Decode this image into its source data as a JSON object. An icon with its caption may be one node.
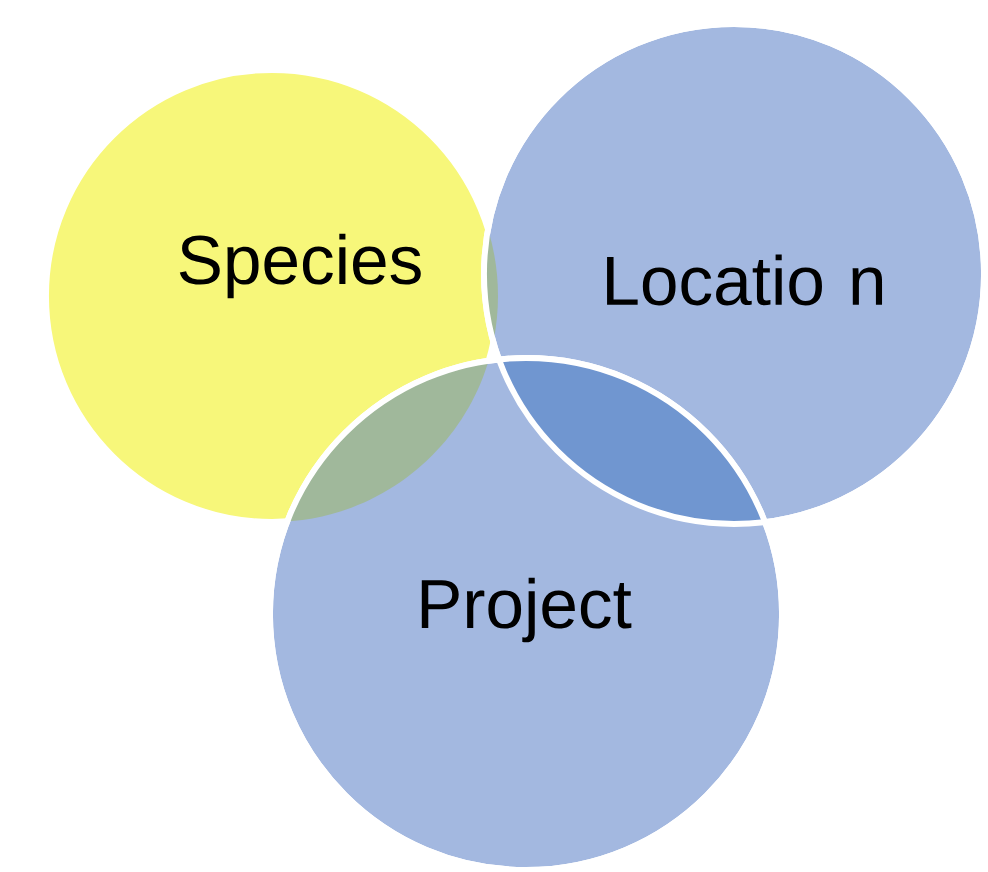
{
  "diagram": {
    "nodes": [
      {
        "text": [
          "Species"
        ]
      },
      {
        "text": [
          "Locatio n"
        ]
      },
      {
        "text": [
          "Project"
        ]
      }
    ]
  }
}
